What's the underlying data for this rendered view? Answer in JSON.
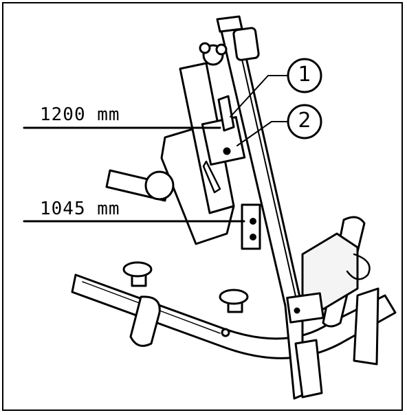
{
  "dimensions": {
    "upper_height": "1200 mm",
    "lower_height": "1045 mm"
  },
  "callouts": [
    "1",
    "2"
  ],
  "colors": {
    "line": "#000000",
    "fill": "#ffffff",
    "shade": "#e8e8e8"
  },
  "icons": {
    "upper_knob": "star-knob-icon",
    "seat_post_knob": "round-knob-icon"
  }
}
